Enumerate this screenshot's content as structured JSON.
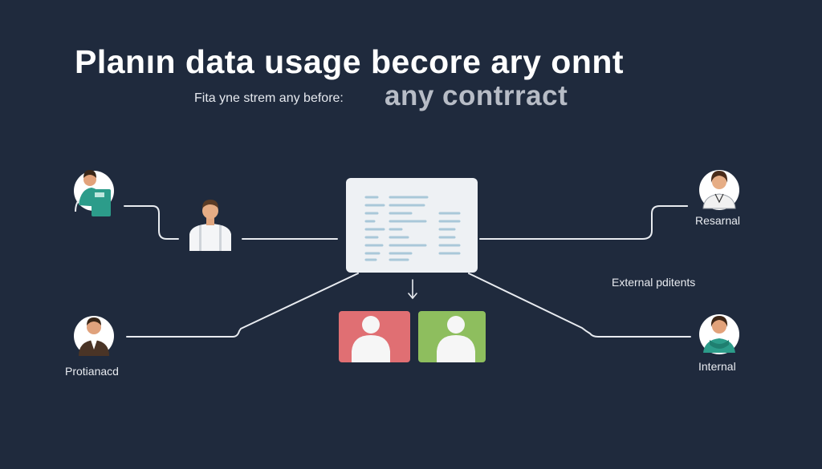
{
  "title": "Planın data usage becore ary onnt",
  "subtitle": {
    "prefix": "Fita yne strem any before:",
    "emphasis": "any contrract"
  },
  "labels": {
    "top_right": "Resarnal",
    "middle_right": "External pditents",
    "bottom_right": "Internal",
    "bottom_left": "Protianacd"
  },
  "colors": {
    "background": "#1f2a3d",
    "line": "#e8ebf0",
    "card": "#eef1f4",
    "card_text_line": "#a9c8d9",
    "red_box": "#e06f73",
    "green_box": "#8ebe5e",
    "teal": "#2c9c8a"
  },
  "icons": {
    "top_left": "person-with-teal-device-icon",
    "center_person": "person-icon",
    "bottom_left": "person-in-suit-icon",
    "top_right": "person-icon",
    "bottom_right": "person-with-teal-scarf-icon",
    "red_user": "user-silhouette-icon",
    "green_user": "user-silhouette-icon",
    "arrow": "down-arrow-icon",
    "document": "document-card-icon"
  }
}
